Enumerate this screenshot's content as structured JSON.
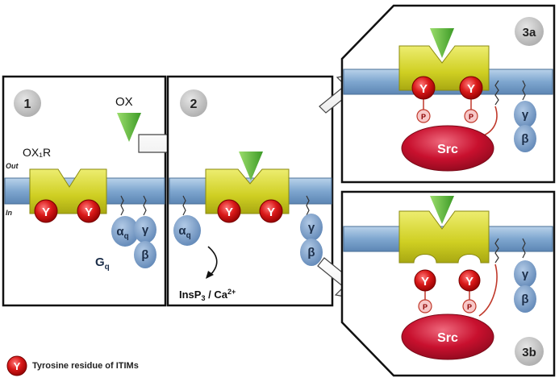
{
  "panels": {
    "p1": {
      "number": "1",
      "ligand": "OX",
      "receptor": "OX₁R",
      "out": "Out",
      "in": "In",
      "alpha": "α",
      "alpha_sub": "q",
      "gamma": "γ",
      "beta": "β",
      "gq": "G",
      "gq_sub": "q",
      "tyr1": "Y",
      "tyr2": "Y"
    },
    "p2": {
      "number": "2",
      "alpha": "α",
      "alpha_sub": "q",
      "gamma": "γ",
      "beta": "β",
      "tyr1": "Y",
      "tyr2": "Y",
      "signal": "InsP",
      "signal_sub": "3",
      "signal_mid": " / Ca",
      "signal_sup": "2+"
    },
    "p3a": {
      "number": "3a",
      "tyr1": "Y",
      "tyr2": "Y",
      "p1": "P",
      "p2": "P",
      "src": "Src",
      "gamma": "γ",
      "beta": "β"
    },
    "p3b": {
      "number": "3b",
      "tyr1": "Y",
      "tyr2": "Y",
      "p1": "P",
      "p2": "P",
      "src": "Src",
      "gamma": "γ",
      "beta": "β"
    }
  },
  "legend": {
    "symbol": "Y",
    "label": "Tyrosine residue of ITIMs"
  },
  "colors": {
    "membrane": "#8fb4d6",
    "receptor": "#d8d830",
    "ligand": "#5cb83c",
    "tyrosine": "#cc1010",
    "gprotein": "#6f96c4",
    "src": "#c4102c",
    "number_badge": "#c8c8c8",
    "tether": "#c0392b"
  }
}
